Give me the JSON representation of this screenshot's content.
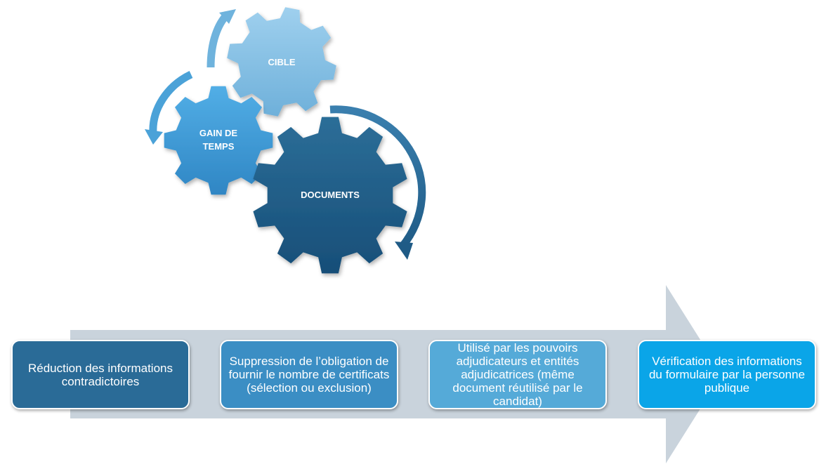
{
  "gears": {
    "target": "CIBLE",
    "time_saving_line1": "GAIN DE",
    "time_saving_line2": "TEMPS",
    "documents": "DOCUMENTS"
  },
  "steps": [
    {
      "text": "Réduction des informations contradictoires"
    },
    {
      "text": "Suppression de l’obligation de fournir le nombre de certificats (sélection ou exclusion)"
    },
    {
      "text": "Utilisé par les pouvoirs adjudicateurs et entités adjudicatrices (même document réutilisé par le candidat)"
    },
    {
      "text": "Vérification des informations du formulaire par la personne publique"
    }
  ],
  "colors": {
    "step1": "#2a6b97",
    "step2": "#3b8ec4",
    "step3": "#55aad8",
    "step4": "#0aa5e8",
    "gear_target": "#86c2e4",
    "gear_time": "#3f9ad6",
    "gear_documents": "#1e5e8a",
    "flow_arrow": "#c9d3dc"
  }
}
